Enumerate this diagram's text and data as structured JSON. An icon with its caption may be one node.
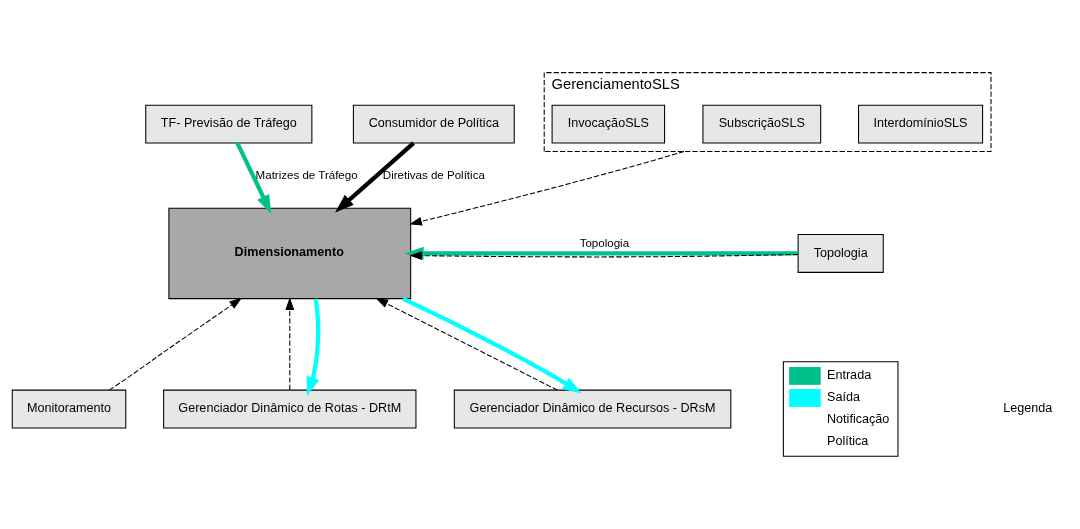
{
  "diagram": {
    "nodes": [
      {
        "text": [
          "TF- Previsão de Tráfego"
        ]
      },
      {
        "text": [
          "Consumidor de Política"
        ]
      },
      {
        "text": [
          "GerenciamentoSLS"
        ]
      },
      {
        "text": [
          "InterdomínioSLS"
        ],
        "in": 2
      },
      {
        "text": [
          "SubscriçãoSLS"
        ],
        "in": 2
      },
      {
        "text": [
          "InvocaçãoSLS"
        ],
        "in": 2
      },
      {
        "text": [
          "Dimensionamento"
        ]
      },
      {
        "text": [
          "Topologia"
        ]
      },
      {
        "text": [
          "Monitoramento"
        ]
      },
      {
        "text": [
          "Gerenciador Dinâmico de Rotas - DRtM"
        ]
      },
      {
        "text": [
          "Gerenciador Dinâmico de Recursos - DRsM"
        ]
      }
    ],
    "edges": [
      {
        "from": 0,
        "to": 6,
        "arrow": "to",
        "label": "Matrizes de Tráfego",
        "style": "thick",
        "color": "#00c08c"
      },
      {
        "from": 1,
        "to": 6,
        "arrow": "to",
        "label": "Diretivas de Política",
        "style": "thick"
      },
      {
        "from": 2,
        "to": 6,
        "arrow": "to",
        "style": "dashed"
      },
      {
        "from": 7,
        "to": 6,
        "arrow": "to",
        "label": "Topologia",
        "style": "thick",
        "color": "#00c08c"
      },
      {
        "from": 7,
        "to": 6,
        "arrow": "to",
        "style": "dashed"
      },
      {
        "from": 8,
        "to": 6,
        "arrow": "to",
        "style": "dashed"
      },
      {
        "from": 9,
        "to": 6,
        "arrow": "to",
        "style": "dashed"
      },
      {
        "from": 6,
        "to": 9,
        "arrow": "to",
        "style": "thick",
        "color": "#00ffff"
      },
      {
        "from": 10,
        "to": 6,
        "arrow": "to",
        "style": "dashed"
      },
      {
        "from": 6,
        "to": 10,
        "arrow": "to",
        "style": "thick",
        "color": "#00ffff"
      }
    ],
    "labels": [
      "Legenda"
    ],
    "legend": [
      {
        "text": "Entrada",
        "color": "#00c08c"
      },
      {
        "text": "Saída",
        "color": "#00ffff"
      },
      {
        "text": "Notificação"
      },
      {
        "text": "Política"
      }
    ]
  }
}
